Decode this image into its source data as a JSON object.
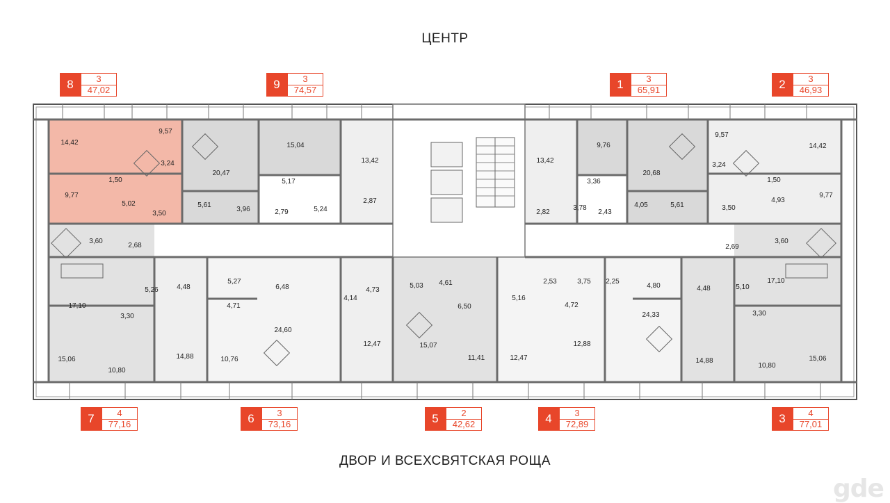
{
  "captions": {
    "top": "ЦЕНТР",
    "bottom": "ДВОР И ВСЕХСВЯТСКАЯ РОЩА"
  },
  "logo": "gde",
  "colors": {
    "accent": "#e8462a",
    "selected_fill": "#f3b8a8",
    "room_gray": "#d9d9d9",
    "room_light": "#efefef",
    "wall": "#6b6b6b"
  },
  "apartments": [
    {
      "id": "8",
      "rooms": "3",
      "area": "47,02",
      "selected": true
    },
    {
      "id": "9",
      "rooms": "3",
      "area": "74,57"
    },
    {
      "id": "1",
      "rooms": "3",
      "area": "65,91"
    },
    {
      "id": "2",
      "rooms": "3",
      "area": "46,93"
    },
    {
      "id": "7",
      "rooms": "4",
      "area": "77,16"
    },
    {
      "id": "6",
      "rooms": "3",
      "area": "73,16"
    },
    {
      "id": "5",
      "rooms": "2",
      "area": "42,62"
    },
    {
      "id": "4",
      "rooms": "3",
      "area": "72,89"
    },
    {
      "id": "3",
      "rooms": "4",
      "area": "77,01"
    }
  ],
  "room_labels": [
    "14,42",
    "9,57",
    "3,24",
    "1,50",
    "9,77",
    "5,02",
    "3,50",
    "20,47",
    "15,04",
    "13,42",
    "5,17",
    "5,61",
    "3,96",
    "2,79",
    "5,24",
    "2,87",
    "13,42",
    "9,76",
    "20,68",
    "3,36",
    "2,82",
    "3,78",
    "2,43",
    "4,05",
    "5,61",
    "9,57",
    "14,42",
    "3,24",
    "1,50",
    "9,77",
    "4,93",
    "3,50",
    "3,60",
    "2,68",
    "17,10",
    "5,26",
    "4,48",
    "3,30",
    "15,06",
    "10,80",
    "14,88",
    "5,27",
    "4,71",
    "6,48",
    "10,76",
    "24,60",
    "4,14",
    "4,73",
    "12,47",
    "5,03",
    "4,61",
    "6,50",
    "15,07",
    "11,41",
    "5,16",
    "2,53",
    "12,47",
    "12,88",
    "3,75",
    "2,25",
    "4,72",
    "4,80",
    "24,33",
    "2,69",
    "3,60",
    "4,48",
    "5,10",
    "17,10",
    "3,30",
    "14,88",
    "10,80",
    "15,06"
  ]
}
